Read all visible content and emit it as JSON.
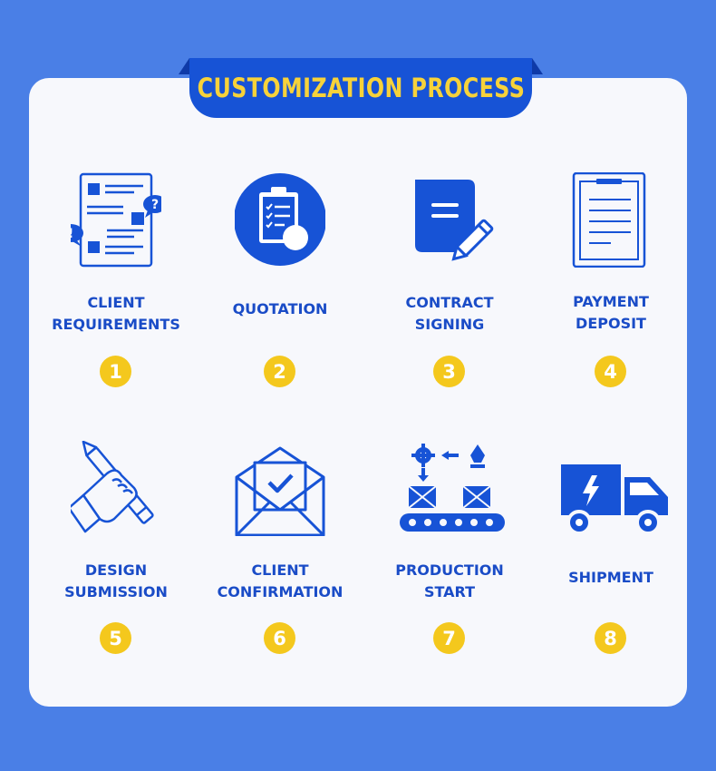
{
  "title": "CUSTOMIZATION PROCESS",
  "colors": {
    "background": "#4a7fe6",
    "card": "#f7f8fc",
    "primary": "#1753d6",
    "label": "#1a4cc7",
    "badge": "#f4c81d",
    "title_text": "#f7d23a"
  },
  "steps": [
    {
      "number": "1",
      "line1": "CLIENT",
      "line2": "REQUIREMENTS",
      "icon": "requirements-doc-icon"
    },
    {
      "number": "2",
      "line1": "QUOTATION",
      "line2": "",
      "icon": "quotation-clipboard-icon"
    },
    {
      "number": "3",
      "line1": "CONTRACT",
      "line2": "SIGNING",
      "icon": "contract-pen-icon"
    },
    {
      "number": "4",
      "line1": "PAYMENT",
      "line2": "DEPOSIT",
      "icon": "payment-document-icon"
    },
    {
      "number": "5",
      "line1": "DESIGN",
      "line2": "SUBMISSION",
      "icon": "hand-pencil-icon"
    },
    {
      "number": "6",
      "line1": "CLIENT",
      "line2": "CONFIRMATION",
      "icon": "envelope-check-icon"
    },
    {
      "number": "7",
      "line1": "PRODUCTION",
      "line2": "START",
      "icon": "conveyor-belt-icon"
    },
    {
      "number": "8",
      "line1": "SHIPMENT",
      "line2": "",
      "icon": "delivery-truck-icon"
    }
  ]
}
